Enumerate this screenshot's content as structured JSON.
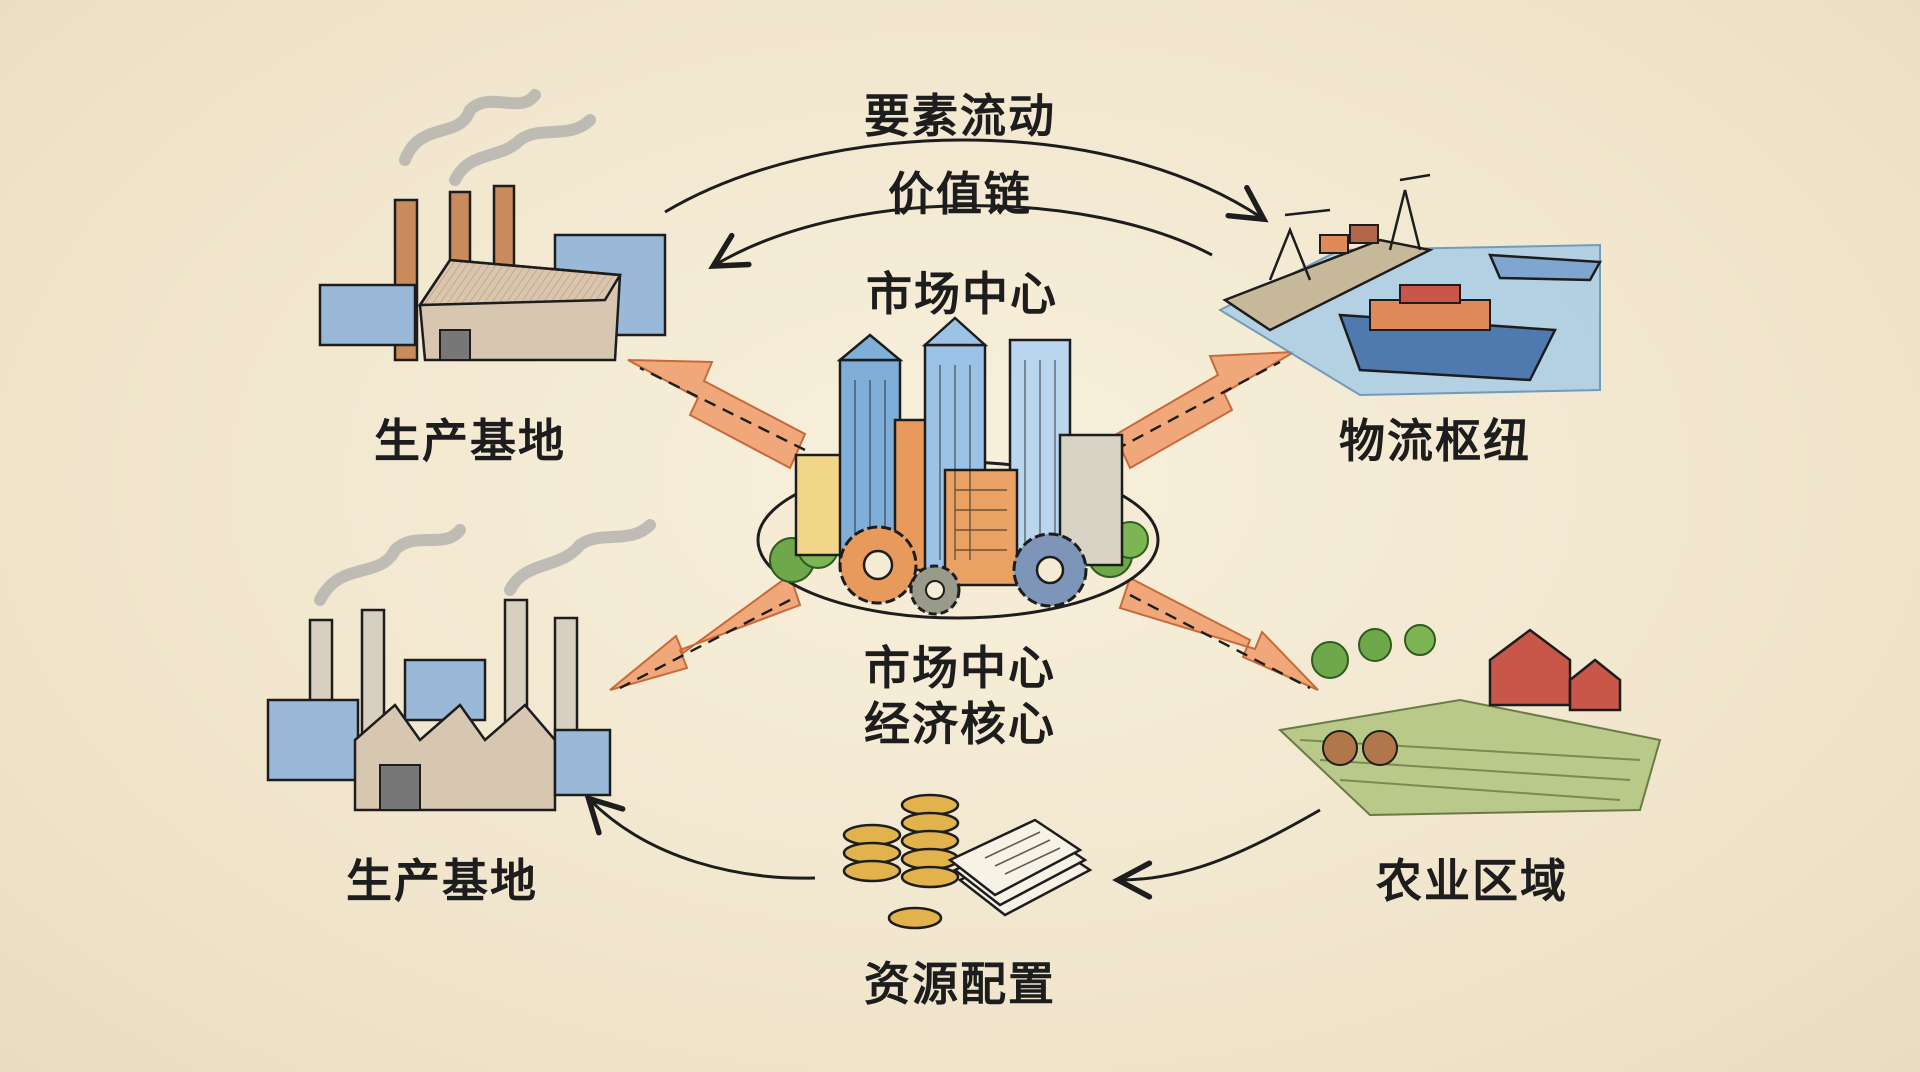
{
  "labels": {
    "top_flow": "要素流动",
    "value_chain": "价值链",
    "market_center_top": "市场中心",
    "production_base_top": "生产基地",
    "logistics_hub": "物流枢纽",
    "market_center_bottom": "市场中心",
    "economic_core": "经济核心",
    "production_base_bottom": "生产基地",
    "agricultural_region": "农业区域",
    "resource_allocation": "资源配置"
  },
  "nodes": {
    "production_base_top": "factory-icon",
    "logistics_hub": "port-icon",
    "market_center": "city-icon",
    "production_base_bottom": "factory-icon",
    "agricultural_region": "farm-icon",
    "resource_allocation": "coins-documents-icon"
  },
  "colors": {
    "arrow_fill": "#f0a87a",
    "line": "#1d1d1d",
    "background": "#f2e8d2"
  }
}
